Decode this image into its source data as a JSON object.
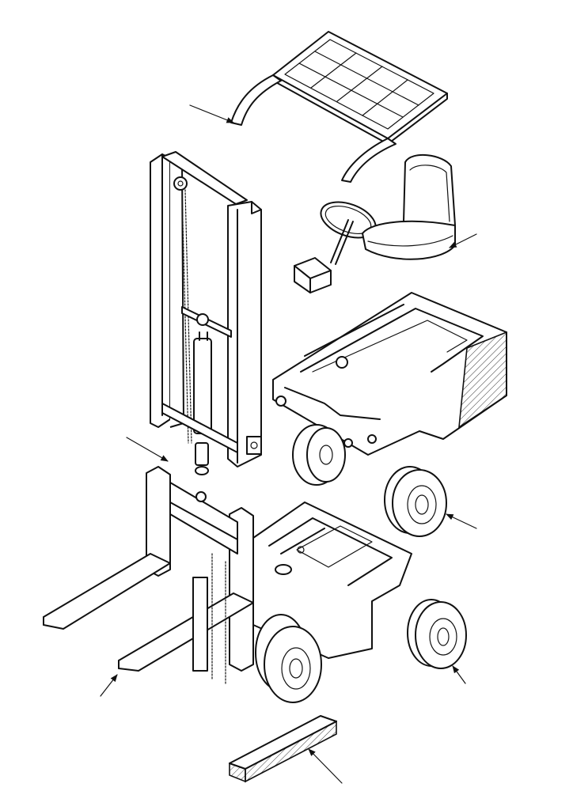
{
  "colors": {
    "ink": "#111111",
    "paper": "#ffffff"
  },
  "parts": [
    {
      "id": "overhead-guard",
      "icon": "guard-frame"
    },
    {
      "id": "mast",
      "icon": "mast-frame"
    },
    {
      "id": "steering-wheel",
      "icon": "steering-wheel"
    },
    {
      "id": "seat",
      "icon": "seat"
    },
    {
      "id": "control-pedal",
      "icon": "pedal-block"
    },
    {
      "id": "rear-counterweight-body",
      "icon": "body-shell"
    },
    {
      "id": "rear-wheel",
      "icon": "wheel"
    },
    {
      "id": "main-chassis",
      "icon": "chassis"
    },
    {
      "id": "lift-forks-and-carriage",
      "icon": "forks"
    },
    {
      "id": "front-wheel-right",
      "icon": "wheel"
    },
    {
      "id": "front-wheel-left",
      "icon": "wheel"
    },
    {
      "id": "battery-block",
      "icon": "block"
    }
  ],
  "leader_arrows": [
    {
      "id": "arrow-guard"
    },
    {
      "id": "arrow-seat"
    },
    {
      "id": "arrow-mast"
    },
    {
      "id": "arrow-wheel-upper"
    },
    {
      "id": "arrow-wheel-lower"
    },
    {
      "id": "arrow-forks"
    },
    {
      "id": "arrow-block"
    }
  ]
}
